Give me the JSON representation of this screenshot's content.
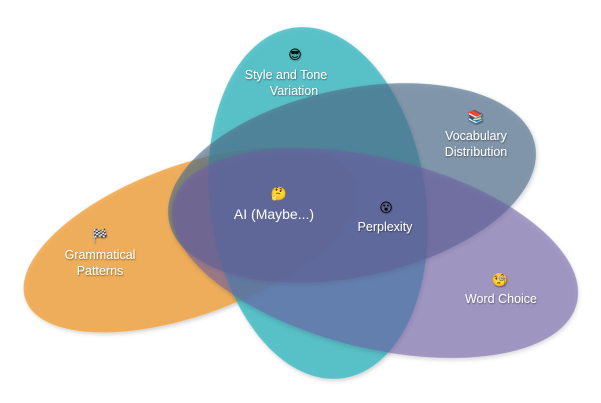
{
  "diagram": {
    "sets": [
      {
        "id": "grammar",
        "lines": [
          "Grammatical",
          "Patterns"
        ],
        "emoji": "🏁",
        "color": "#f0a03c"
      },
      {
        "id": "style",
        "lines": [
          "Style and Tone",
          "Variation"
        ],
        "emoji": "😎",
        "color": "#2bb3bc"
      },
      {
        "id": "vocab",
        "lines": [
          "Vocabulary",
          "Distribution"
        ],
        "emoji": "📚",
        "color": "#4e6f8c"
      },
      {
        "id": "word",
        "lines": [
          "Word Choice"
        ],
        "emoji": "🧐",
        "color": "#6f61a6"
      }
    ],
    "perplexity": {
      "label": "Perplexity",
      "emoji": "😮"
    },
    "center": {
      "label": "AI (Maybe...)",
      "emoji": "🤔",
      "color": "#e0504c"
    }
  }
}
